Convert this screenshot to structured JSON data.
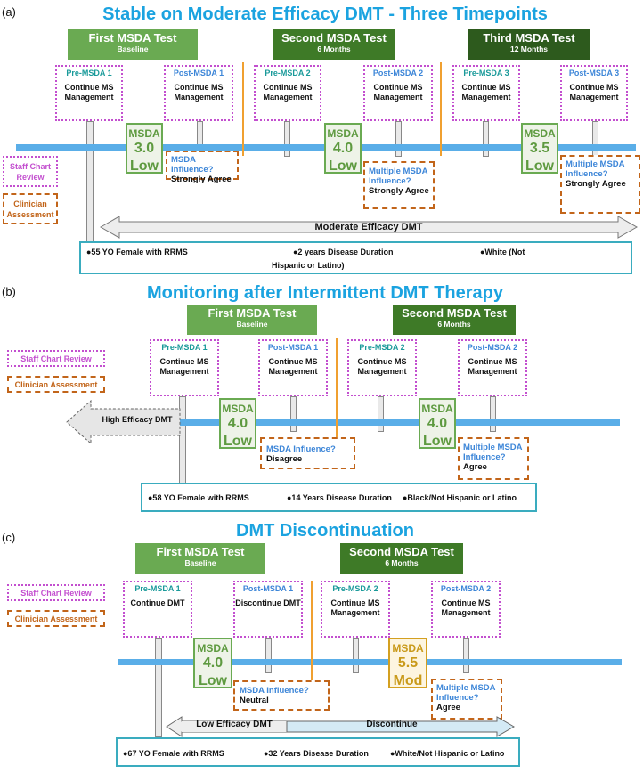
{
  "panel_a": {
    "label": "(a)",
    "title": "Stable on Moderate Efficacy DMT - Three Timepoints",
    "tests": [
      {
        "name": "First MSDA Test",
        "sub": "Baseline"
      },
      {
        "name": "Second MSDA Test",
        "sub": "6 Months"
      },
      {
        "name": "Third MSDA Test",
        "sub": "12  Months"
      }
    ],
    "boxes": [
      {
        "head": "Pre-MSDA 1",
        "body": "Continue MS Management"
      },
      {
        "head": "Post-MSDA 1",
        "body": "Continue MS Management"
      },
      {
        "head": "Pre-MSDA 2",
        "body": "Continue MS Management"
      },
      {
        "head": "Post-MSDA 2",
        "body": "Continue MS Management"
      },
      {
        "head": "Pre-MSDA 3",
        "body": "Continue MS Management"
      },
      {
        "head": "Post-MSDA 3",
        "body": "Continue MS Management"
      }
    ],
    "scores": [
      {
        "label": "MSDA",
        "value": "3.0",
        "level": "Low"
      },
      {
        "label": "MSDA",
        "value": "4.0",
        "level": "Low"
      },
      {
        "label": "MSDA",
        "value": "3.5",
        "level": "Low"
      }
    ],
    "influences": [
      {
        "q": "MSDA Influence?",
        "a": "Strongly Agree"
      },
      {
        "q": "Multiple MSDA Influence?",
        "a": "Strongly Agree"
      },
      {
        "q": "Multiple MSDA Influence?",
        "a": "Strongly Agree"
      }
    ],
    "legend": {
      "staff": "Staff Chart Review",
      "clinician": "Clinician Assessment"
    },
    "therapy": "Moderate Efficacy DMT",
    "patient": [
      "●55 YO Female with RRMS",
      "●2 years Disease Duration",
      "●White (Not",
      "Hispanic or Latino)"
    ]
  },
  "panel_b": {
    "label": "(b)",
    "title": "Monitoring after Intermittent DMT Therapy",
    "tests": [
      {
        "name": "First MSDA Test",
        "sub": "Baseline"
      },
      {
        "name": "Second MSDA Test",
        "sub": "6 Months"
      }
    ],
    "boxes": [
      {
        "head": "Pre-MSDA 1",
        "body": "Continue MS Management"
      },
      {
        "head": "Post-MSDA 1",
        "body": "Continue MS Management"
      },
      {
        "head": "Pre-MSDA 2",
        "body": "Continue MS Management"
      },
      {
        "head": "Post-MSDA 2",
        "body": "Continue MS Management"
      }
    ],
    "scores": [
      {
        "label": "MSDA",
        "value": "4.0",
        "level": "Low"
      },
      {
        "label": "MSDA",
        "value": "4.0",
        "level": "Low"
      }
    ],
    "influences": [
      {
        "q": "MSDA Influence?",
        "a": "Disagree"
      },
      {
        "q": "Multiple MSDA Influence?",
        "a": "Agree"
      }
    ],
    "legend": {
      "staff": "Staff Chart Review",
      "clinician": "Clinician Assessment"
    },
    "therapy": "High Efficacy DMT",
    "patient": [
      "●58 YO Female with RRMS",
      "●14 Years Disease Duration",
      "●Black/Not Hispanic or Latino"
    ]
  },
  "panel_c": {
    "label": "(c)",
    "title": "DMT Discontinuation",
    "tests": [
      {
        "name": "First MSDA Test",
        "sub": "Baseline"
      },
      {
        "name": "Second MSDA Test",
        "sub": "6 Months"
      }
    ],
    "boxes": [
      {
        "head": "Pre-MSDA 1",
        "body": "Continue DMT"
      },
      {
        "head": "Post-MSDA 1",
        "body": "Discontinue DMT"
      },
      {
        "head": "Pre-MSDA 2",
        "body": "Continue MS Management"
      },
      {
        "head": "Post-MSDA 2",
        "body": "Continue MS Management"
      }
    ],
    "scores": [
      {
        "label": "MSDA",
        "value": "4.0",
        "level": "Low"
      },
      {
        "label": "MSDA",
        "value": "5.5",
        "level": "Mod"
      }
    ],
    "influences": [
      {
        "q": "MSDA Influence?",
        "a": "Neutral"
      },
      {
        "q": "Multiple MSDA Influence?",
        "a": "Agree"
      }
    ],
    "legend": {
      "staff": "Staff Chart Review",
      "clinician": "Clinician Assessment"
    },
    "therapy_low": "Low Efficacy DMT",
    "therapy_disc": "Discontinue",
    "patient": [
      "●67 YO Female with RRMS",
      "●32 Years Disease Duration",
      "●White/Not Hispanic or Latino"
    ]
  },
  "colors": {
    "title": "#1ba3e0",
    "timeline": "#5aaee8",
    "test_light": "#6aaa52",
    "test_mid": "#3e7a27",
    "test_dark": "#2d5a1d",
    "staff_dotted": "#c34fcf",
    "clinician_dashed": "#c2651a",
    "pre_text": "#1a9a9a",
    "post_text": "#3d86d8",
    "low_score": "#5e9a40",
    "mod_score": "#c99a1a",
    "patient_border": "#3aacbf"
  }
}
